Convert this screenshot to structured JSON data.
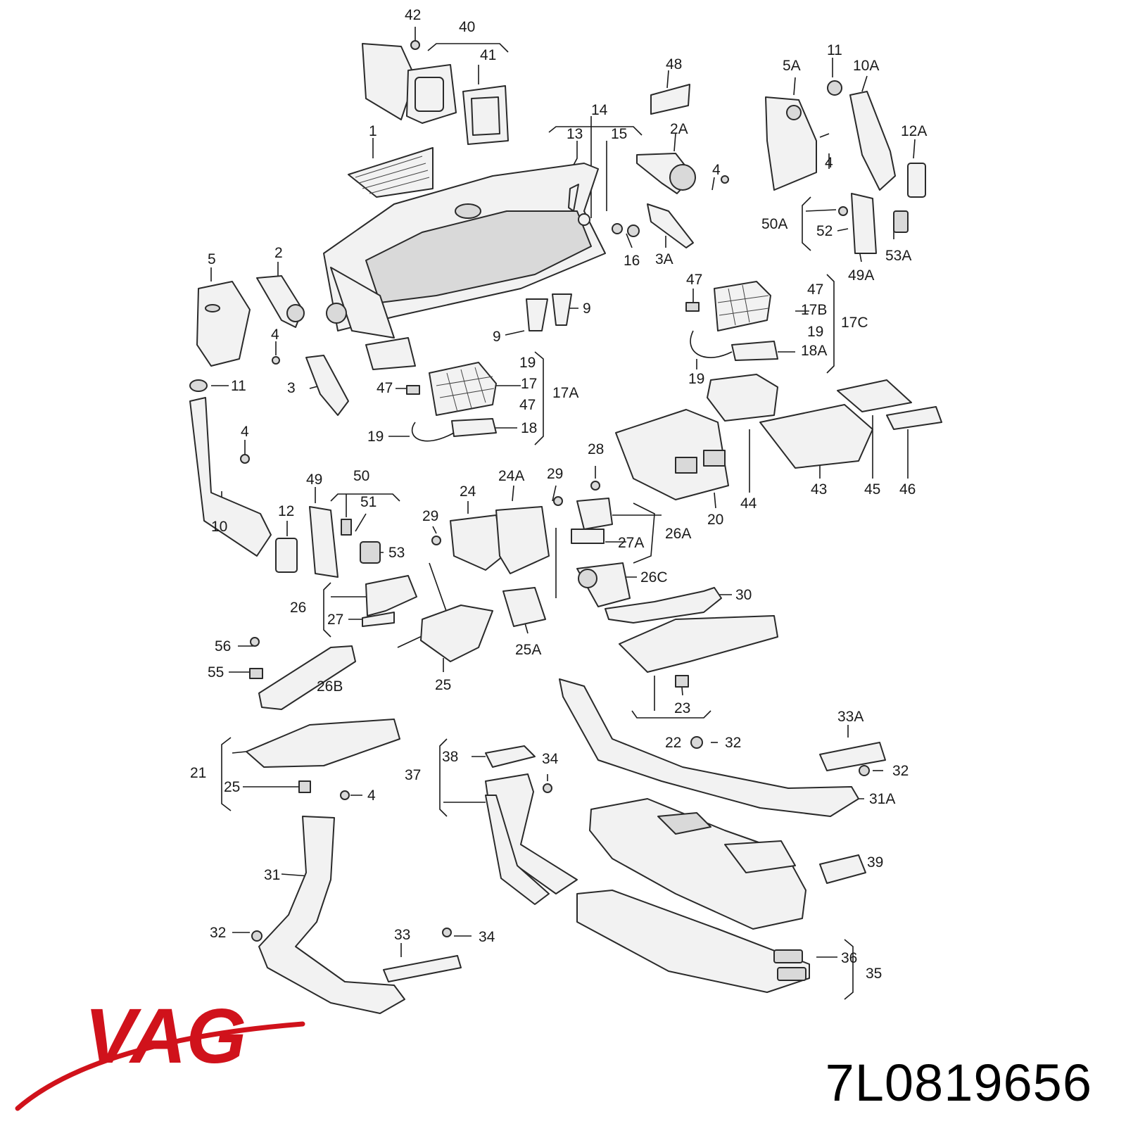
{
  "brand": {
    "logo_text": "VAG",
    "logo_color": "#d0121b"
  },
  "part_number": "7L0819656",
  "callouts": [
    "42",
    "40",
    "41",
    "48",
    "11",
    "5A",
    "10A",
    "1",
    "14",
    "13",
    "15",
    "2A",
    "12A",
    "4",
    "50A",
    "52",
    "53A",
    "49A",
    "16",
    "3A",
    "5",
    "2",
    "47",
    "17B",
    "17C",
    "19",
    "18A",
    "9",
    "3",
    "17",
    "17A",
    "18",
    "11",
    "28",
    "24A",
    "29",
    "24",
    "26A",
    "27A",
    "20",
    "44",
    "43",
    "45",
    "46",
    "49",
    "50",
    "51",
    "12",
    "10",
    "53",
    "26C",
    "30",
    "26",
    "27",
    "25A",
    "56",
    "55",
    "26B",
    "25",
    "23",
    "22",
    "33A",
    "32",
    "21",
    "38",
    "37",
    "34",
    "31A",
    "39",
    "31",
    "33",
    "36",
    "35"
  ]
}
